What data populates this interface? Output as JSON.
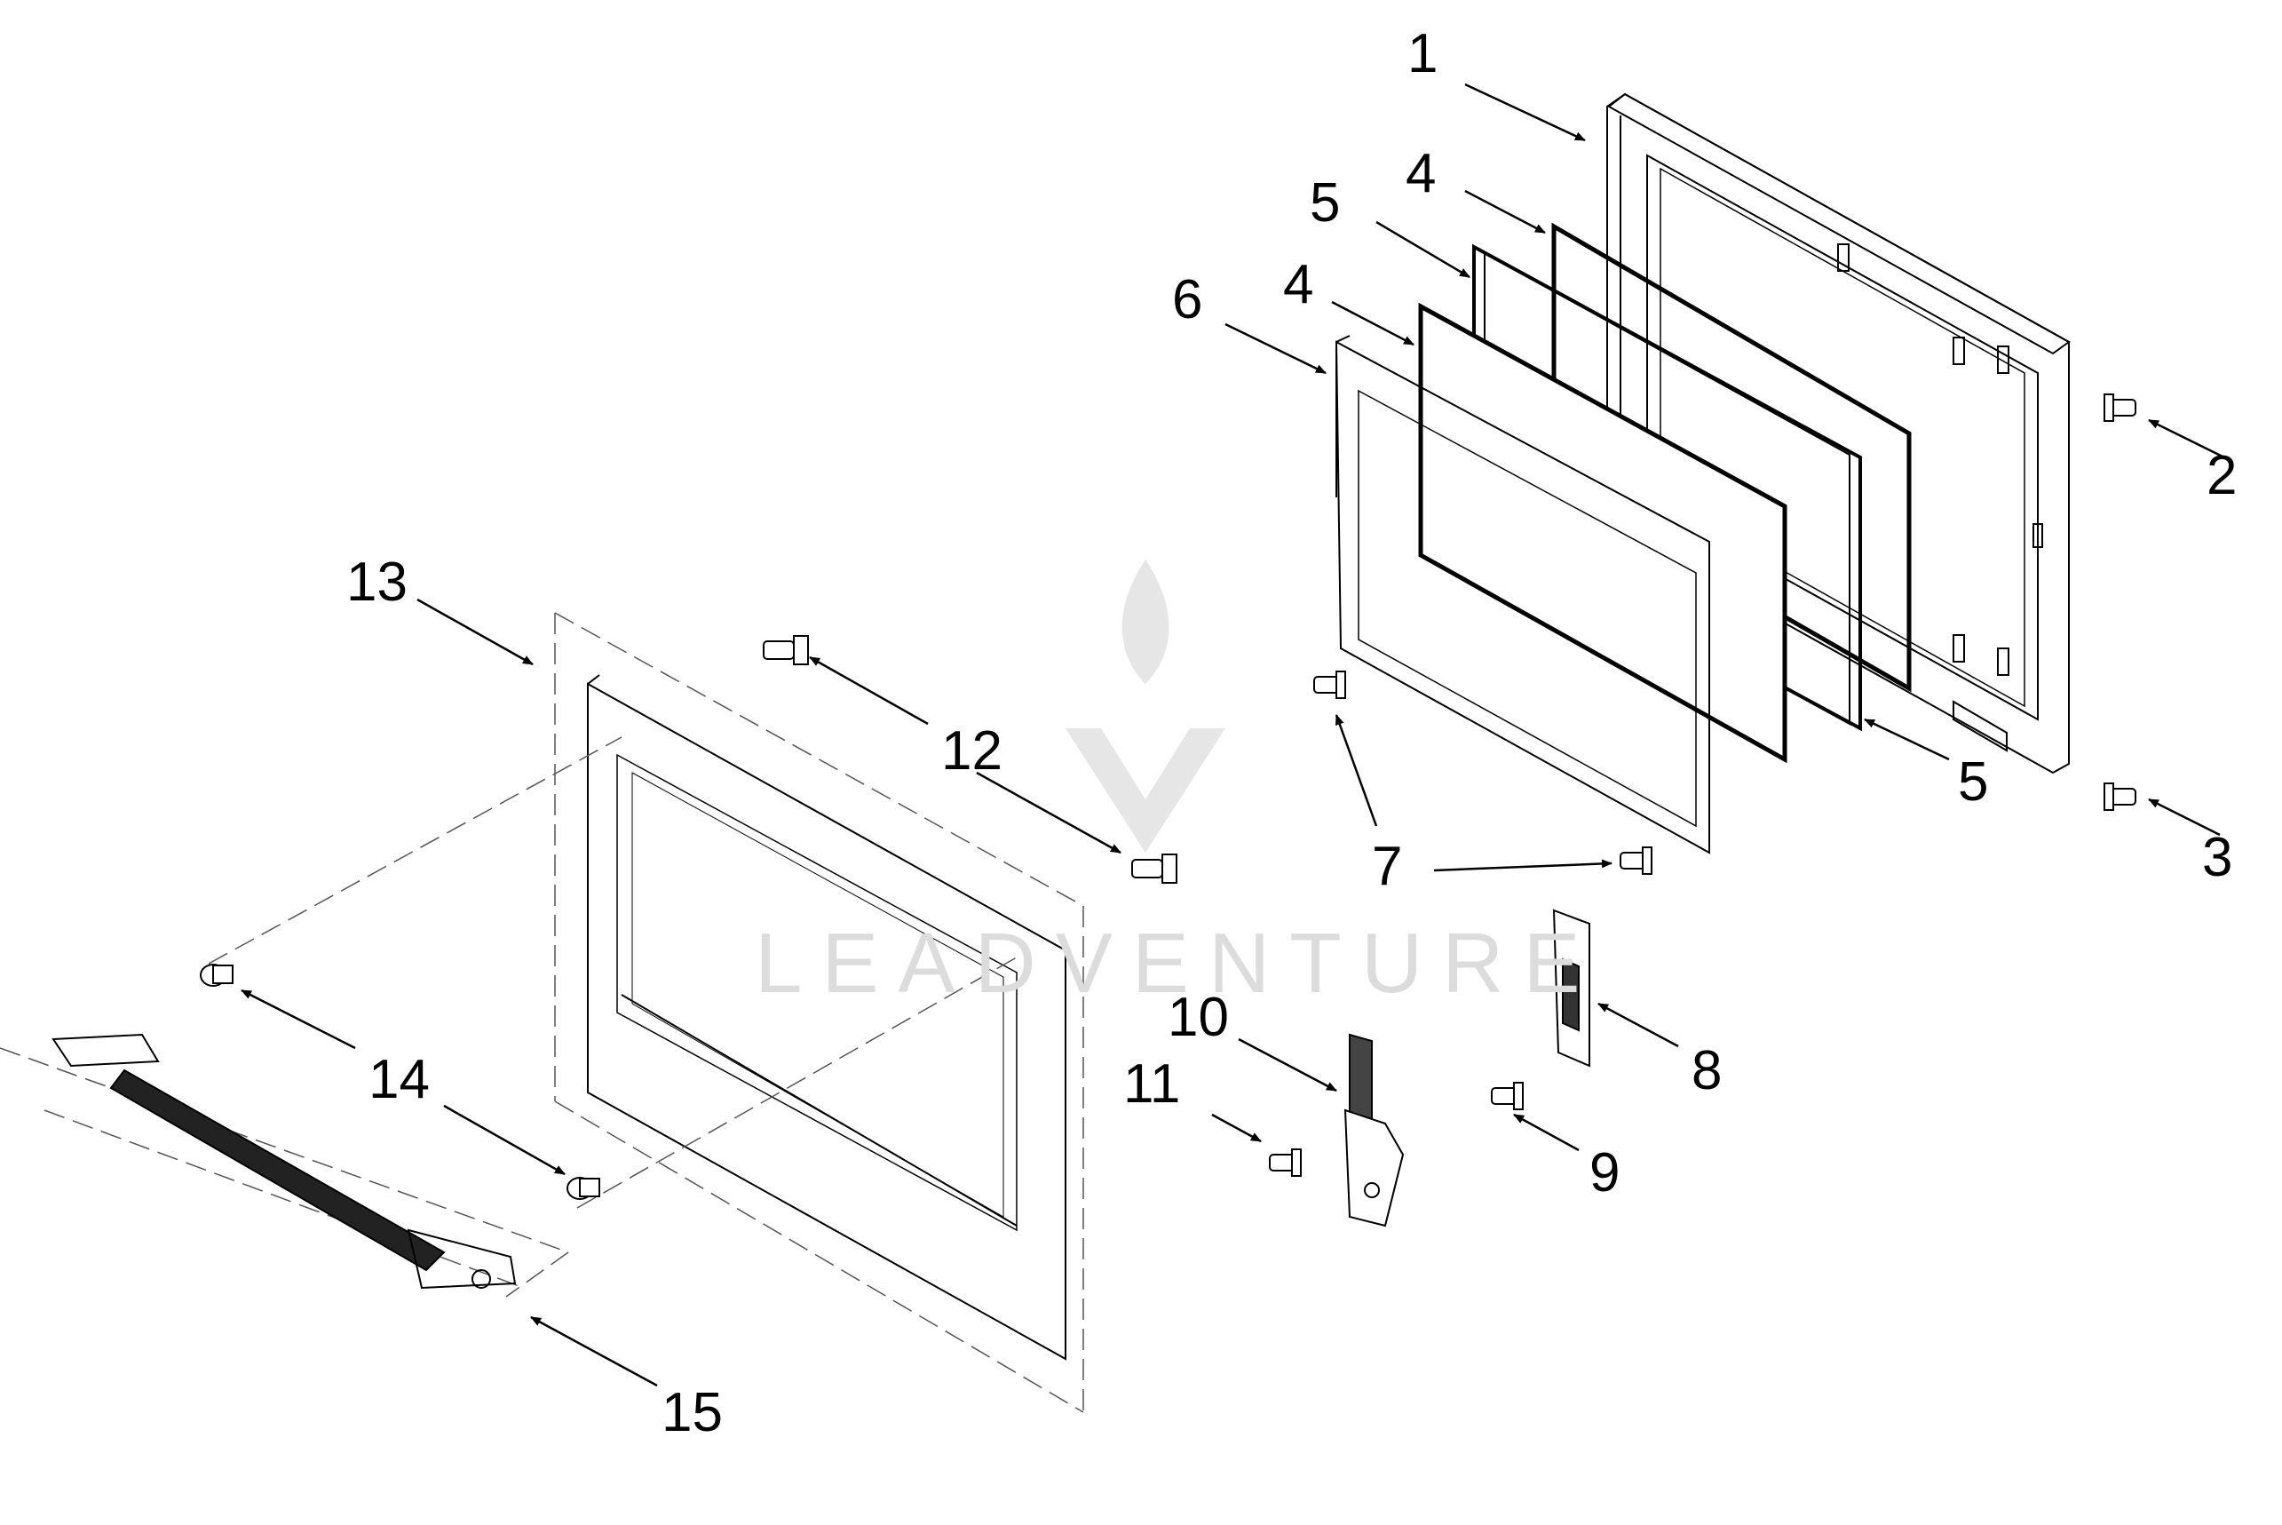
{
  "diagram": {
    "watermark_text": "LEADVENTURE",
    "colors": {
      "line": "#000000",
      "watermark": "#dcdcdc",
      "background": "#ffffff"
    },
    "callouts": [
      {
        "id": "c1",
        "label": "1"
      },
      {
        "id": "c2",
        "label": "2"
      },
      {
        "id": "c3",
        "label": "3"
      },
      {
        "id": "c4a",
        "label": "4"
      },
      {
        "id": "c4b",
        "label": "4"
      },
      {
        "id": "c5a",
        "label": "5"
      },
      {
        "id": "c5b",
        "label": "5"
      },
      {
        "id": "c6",
        "label": "6"
      },
      {
        "id": "c7",
        "label": "7"
      },
      {
        "id": "c8",
        "label": "8"
      },
      {
        "id": "c9",
        "label": "9"
      },
      {
        "id": "c10",
        "label": "10"
      },
      {
        "id": "c11",
        "label": "11"
      },
      {
        "id": "c12",
        "label": "12"
      },
      {
        "id": "c13",
        "label": "13"
      },
      {
        "id": "c14",
        "label": "14"
      },
      {
        "id": "c15",
        "label": "15"
      }
    ]
  }
}
